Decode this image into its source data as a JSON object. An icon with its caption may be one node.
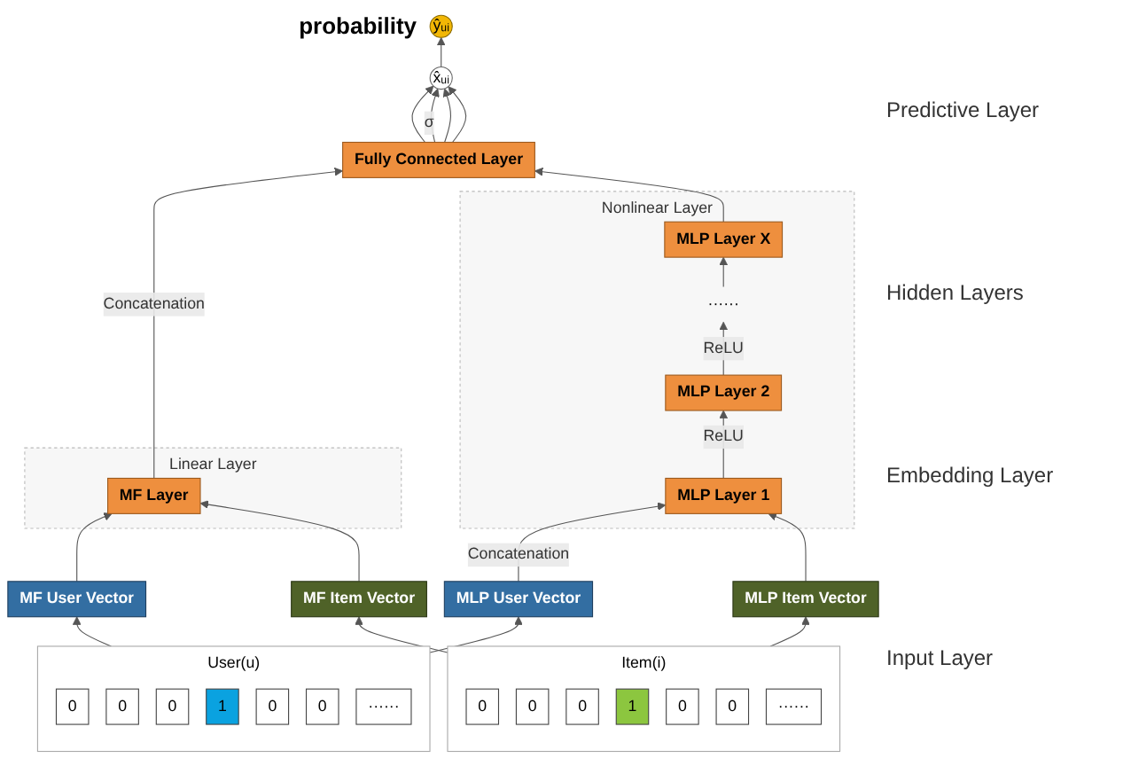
{
  "diagram": {
    "nodes": [
      {
        "text": [
          "ŷᵤᵢ"
        ],
        "beside": [
          "probability"
        ]
      },
      {
        "text": [
          "x̂ᵤᵢ"
        ]
      },
      {
        "text": [
          "Fully Connected Layer"
        ]
      },
      {
        "text": [
          "Linear Layer"
        ]
      },
      {
        "text": [
          "MF Layer"
        ],
        "in": 3
      },
      {
        "text": [
          "Nonlinear Layer"
        ]
      },
      {
        "text": [
          "MLP Layer X"
        ],
        "in": 5
      },
      {
        "text": [
          "······"
        ],
        "in": 5
      },
      {
        "text": [
          "MLP Layer 2"
        ],
        "in": 5
      },
      {
        "text": [
          "MLP Layer 1"
        ],
        "in": 5
      },
      {
        "text": [
          "MF User Vector"
        ]
      },
      {
        "text": [
          "MLP User Vector"
        ]
      },
      {
        "text": [
          "MF Item Vector"
        ]
      },
      {
        "text": [
          "MLP Item Vector"
        ]
      },
      {
        "text": [
          "User(u)"
        ]
      },
      {
        "text": [
          "0"
        ],
        "in": 14
      },
      {
        "text": [
          "0"
        ],
        "in": 14
      },
      {
        "text": [
          "0"
        ],
        "in": 14
      },
      {
        "text": [
          "1"
        ],
        "in": 14
      },
      {
        "text": [
          "0"
        ],
        "in": 14
      },
      {
        "text": [
          "0"
        ],
        "in": 14
      },
      {
        "text": [
          "······"
        ],
        "in": 14
      },
      {
        "text": [
          "Item(i)"
        ]
      },
      {
        "text": [
          "0"
        ],
        "in": 22
      },
      {
        "text": [
          "0"
        ],
        "in": 22
      },
      {
        "text": [
          "0"
        ],
        "in": 22
      },
      {
        "text": [
          "1"
        ],
        "in": 22
      },
      {
        "text": [
          "0"
        ],
        "in": 22
      },
      {
        "text": [
          "0"
        ],
        "in": 22
      },
      {
        "text": [
          "······"
        ],
        "in": 22
      }
    ],
    "edges": [
      {
        "from": 1,
        "to": 0,
        "arrow": "to"
      },
      {
        "from": 2,
        "to": 1,
        "arrow": "to"
      },
      {
        "from": 2,
        "to": 1,
        "arrow": "to",
        "label": "σ"
      },
      {
        "from": 2,
        "to": 1,
        "arrow": "to"
      },
      {
        "from": 2,
        "to": 1,
        "arrow": "to"
      },
      {
        "from": 4,
        "to": 2,
        "arrow": "to",
        "label": "Concatenation"
      },
      {
        "from": 6,
        "to": 2,
        "arrow": "to"
      },
      {
        "from": 7,
        "to": 6,
        "arrow": "to"
      },
      {
        "from": 8,
        "to": 7,
        "arrow": "to",
        "label": "ReLU"
      },
      {
        "from": 9,
        "to": 8,
        "arrow": "to",
        "label": "ReLU"
      },
      {
        "from": 10,
        "to": 4,
        "arrow": "to"
      },
      {
        "from": 11,
        "to": 9,
        "arrow": "to",
        "label": "Concatenation"
      },
      {
        "from": 12,
        "to": 4,
        "arrow": "to"
      },
      {
        "from": 13,
        "to": 9,
        "arrow": "to"
      },
      {
        "from": 14,
        "to": 10,
        "arrow": "to"
      },
      {
        "from": 14,
        "to": 11,
        "arrow": "to"
      },
      {
        "from": 22,
        "to": 12,
        "arrow": "to"
      },
      {
        "from": 22,
        "to": 13,
        "arrow": "to"
      }
    ],
    "labels": [
      "Predictive Layer",
      "Hidden Layers",
      "Embedding Layer",
      "Input Layer"
    ]
  }
}
